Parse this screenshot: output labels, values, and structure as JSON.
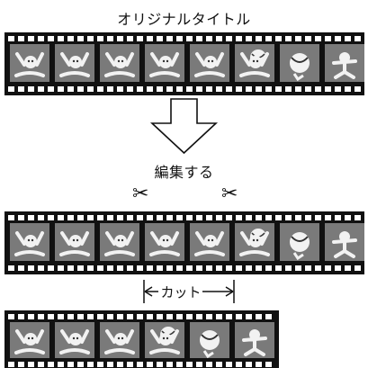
{
  "title": "オリジナルタイトル",
  "edit_label": "編集する",
  "cut_label": "カット",
  "scissors_glyph": "✂",
  "colors": {
    "film": "#111111",
    "frame": "#7a7a7a",
    "figure": "#f2f2f2",
    "arrow_fill": "#ffffff"
  },
  "strips": [
    {
      "name": "original-film-strip",
      "frames": [
        "waving-child",
        "waving-child",
        "waving-child",
        "waving-child",
        "waving-child",
        "ball-toss",
        "ball",
        "dancer"
      ]
    },
    {
      "name": "edited-film-strip-marked",
      "frames": [
        "waving-child",
        "waving-child",
        "waving-child",
        "waving-child",
        "waving-child",
        "ball-toss",
        "ball",
        "dancer"
      ]
    },
    {
      "name": "edited-film-strip-result",
      "frames": [
        "waving-child",
        "waving-child",
        "waving-child",
        "ball-toss",
        "ball",
        "dancer"
      ]
    }
  ]
}
